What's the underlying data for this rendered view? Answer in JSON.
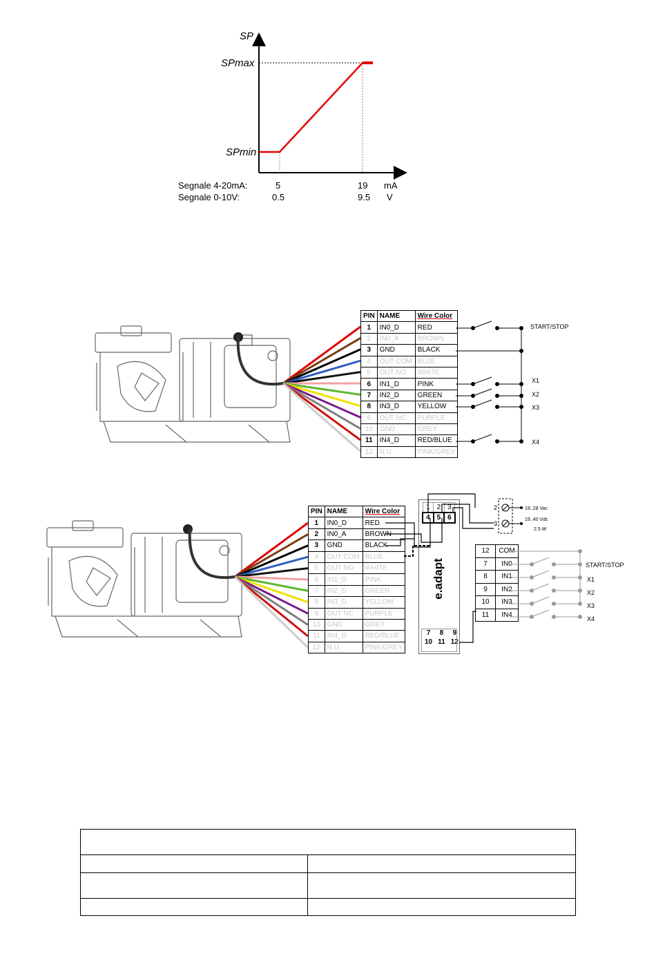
{
  "graph": {
    "y_axis": "SP",
    "y_max": "SPmax",
    "y_min": "SPmin",
    "row1_label": "Segnale 4-20mA:",
    "row1_low": "5",
    "row1_high": "19",
    "row1_unit": "mA",
    "row2_label": "Segnale 0-10V:",
    "row2_low": "0.5",
    "row2_high": "9.5",
    "row2_unit": "V",
    "line_color": "#e00000"
  },
  "table_headers": {
    "pin": "PIN",
    "name": "NAME",
    "color": "Wire Color"
  },
  "pins": [
    {
      "pin": "1",
      "name": "IN0_D",
      "color": "RED",
      "wire": "#e00000"
    },
    {
      "pin": "2",
      "name": "IN0_A",
      "color": "BROWN",
      "wire": "#7a3b10"
    },
    {
      "pin": "3",
      "name": "GND",
      "color": "BLACK",
      "wire": "#000000"
    },
    {
      "pin": "4",
      "name": "OUT COM",
      "color": "BLUE",
      "wire": "#2f5fbf"
    },
    {
      "pin": "5",
      "name": "OUT NO",
      "color": "WHITE",
      "wire": "#111111"
    },
    {
      "pin": "6",
      "name": "IN1_D",
      "color": "PINK",
      "wire": "#f5a0a0"
    },
    {
      "pin": "7",
      "name": "IN2_D",
      "color": "GREEN",
      "wire": "#5cb82c"
    },
    {
      "pin": "8",
      "name": "IN3_D",
      "color": "YELLOW",
      "wire": "#f0e000"
    },
    {
      "pin": "9",
      "name": "OUT NC",
      "color": "PURPLE",
      "wire": "#7a1a8a"
    },
    {
      "pin": "10",
      "name": "GND",
      "color": "GREY",
      "wire": "#808080"
    },
    {
      "pin": "11",
      "name": "IN4_D",
      "color": "RED/BLUE",
      "wire": "#d01010"
    },
    {
      "pin": "12",
      "name": "N.U.",
      "color": "PINK/GREY",
      "wire": "#cccccc"
    }
  ],
  "diagram1": {
    "active": [
      "1",
      "3",
      "6",
      "7",
      "8",
      "11"
    ],
    "labels": {
      "start_stop": "START/STOP",
      "x1": "X1",
      "x2": "X2",
      "x3": "X3",
      "x4": "X4"
    }
  },
  "diagram2": {
    "active": [
      "1",
      "2",
      "3"
    ],
    "module_name": "e.adapt",
    "top_terminals": [
      "1",
      "2",
      "3",
      "4",
      "5",
      "6"
    ],
    "bottom_terminals": [
      "7",
      "8",
      "9",
      "10",
      "11",
      "12"
    ],
    "supply": {
      "t2": "2",
      "t3": "3",
      "vac": "19..28 Vac",
      "vdc": "19..40 Vdc",
      "power": "2.5 W"
    },
    "io_rows": [
      {
        "num": "12",
        "name": "COM"
      },
      {
        "num": "7",
        "name": "IN0"
      },
      {
        "num": "8",
        "name": "IN1"
      },
      {
        "num": "9",
        "name": "IN2"
      },
      {
        "num": "10",
        "name": "IN3"
      },
      {
        "num": "11",
        "name": "IN4"
      }
    ],
    "labels": {
      "start_stop": "START/STOP",
      "x1": "X1",
      "x2": "X2",
      "x3": "X3",
      "x4": "X4"
    }
  }
}
